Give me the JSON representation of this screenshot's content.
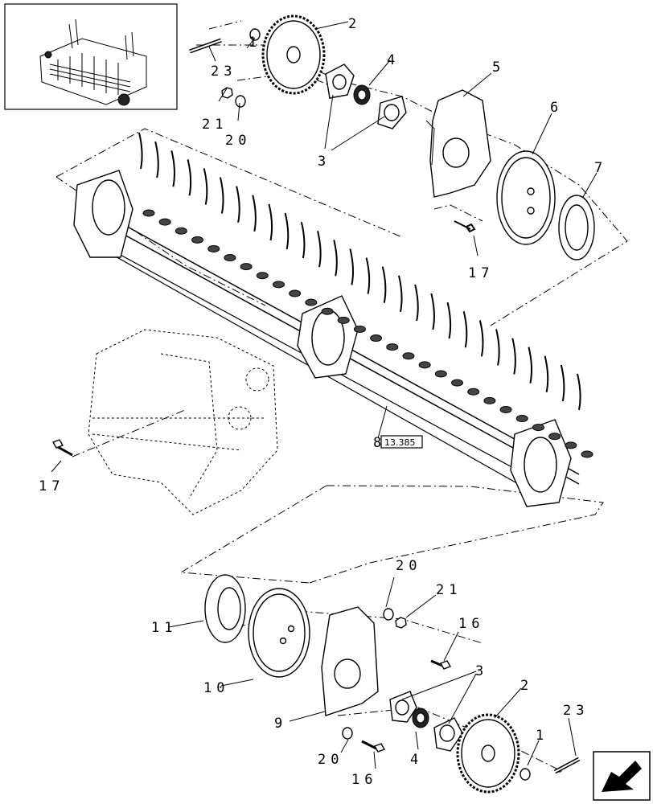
{
  "callouts": {
    "c1_top": "1",
    "c2_top": "2",
    "c23_top": "23",
    "c4_top": "4",
    "c5": "5",
    "c21_top": "21",
    "c20_top": "20",
    "c3_top": "3",
    "c6": "6",
    "c7": "7",
    "c17_right": "17",
    "c8": "8",
    "c17_left": "17",
    "c20_bot": "20",
    "c21_bot": "21",
    "c11": "11",
    "c16_mid": "16",
    "c10": "10",
    "c3_bot": "3",
    "c2_bot": "2",
    "c9": "9",
    "c23_bot": "23",
    "c1_bot": "1",
    "c20_bot2": "20",
    "c4_bot": "4",
    "c16_bot": "16"
  },
  "reference_box": "13.385",
  "icons": {
    "overview": "baler-overview-thumbnail",
    "nav": "navigation-arrow-icon"
  }
}
